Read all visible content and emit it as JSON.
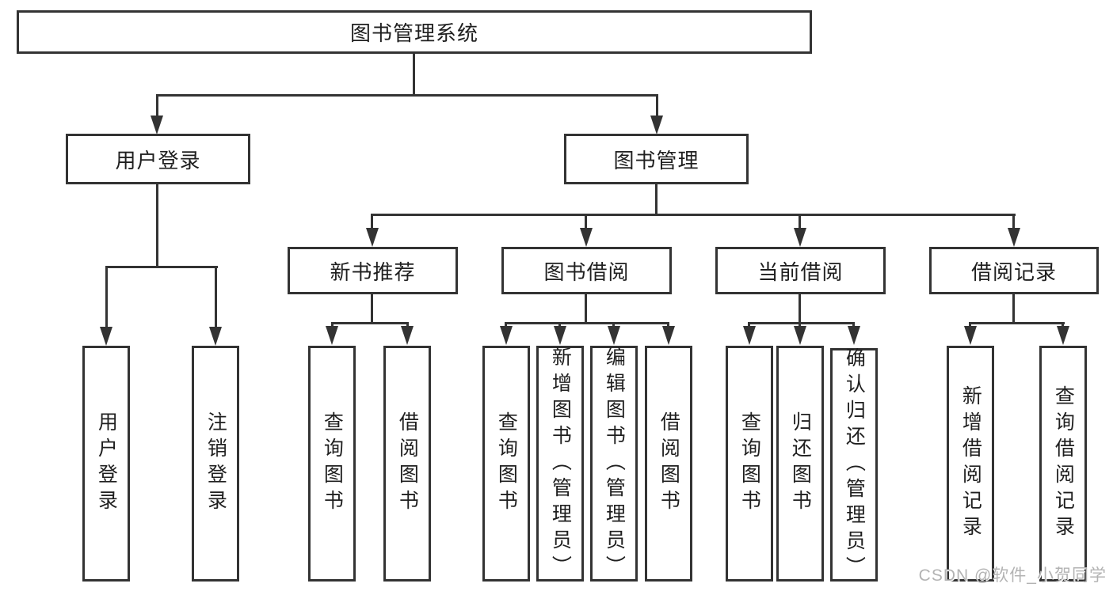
{
  "tree": {
    "label": "图书管理系统",
    "children": [
      {
        "label": "用户登录",
        "children": [
          {
            "label": "用户登录"
          },
          {
            "label": "注销登录"
          }
        ]
      },
      {
        "label": "图书管理",
        "children": [
          {
            "label": "新书推荐",
            "children": [
              {
                "label": "查询图书"
              },
              {
                "label": "借阅图书"
              }
            ]
          },
          {
            "label": "图书借阅",
            "children": [
              {
                "label": "查询图书"
              },
              {
                "label": "新增图书（管理员）"
              },
              {
                "label": "编辑图书（管理员）"
              },
              {
                "label": "借阅图书"
              }
            ]
          },
          {
            "label": "当前借阅",
            "children": [
              {
                "label": "查询图书"
              },
              {
                "label": "归还图书"
              },
              {
                "label": "确认归还（管理员）"
              }
            ]
          },
          {
            "label": "借阅记录",
            "children": [
              {
                "label": "新增借阅记录"
              },
              {
                "label": "查询借阅记录"
              }
            ]
          }
        ]
      }
    ]
  },
  "watermark": {
    "text": "CSDN @软件_小贺同学"
  },
  "colors": {
    "line": "#333333",
    "text": "#1f1f1f",
    "box_background": "#ffffff",
    "watermark": "#b3b3b3"
  }
}
